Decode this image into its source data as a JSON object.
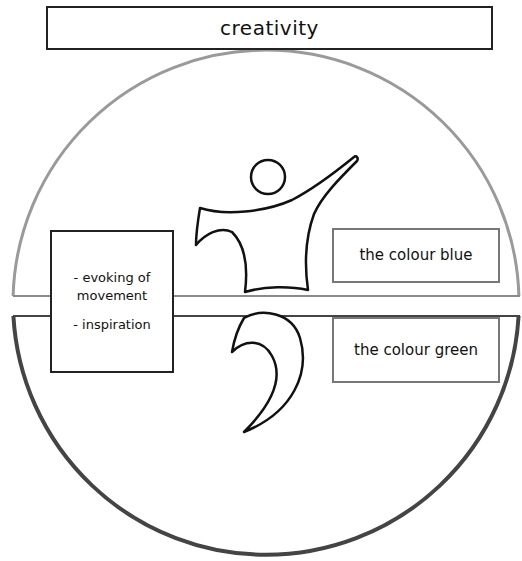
{
  "diagram": {
    "title": "creativity",
    "nodes": [
      {
        "text": [
          "- evoking of movement",
          "- inspiration"
        ]
      },
      {
        "text": [
          "the colour blue"
        ]
      },
      {
        "text": [
          "the colour green"
        ]
      }
    ]
  }
}
